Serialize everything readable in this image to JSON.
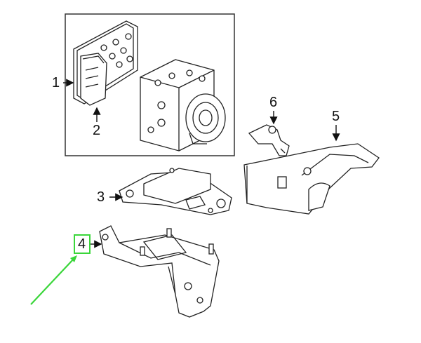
{
  "callouts": {
    "c1": "1",
    "c2": "2",
    "c3": "3",
    "c4": "4",
    "c5": "5",
    "c6": "6"
  },
  "highlight": {
    "callout": "4",
    "color": "#3ad63a"
  },
  "parts": [
    {
      "number": "1",
      "icon": "module-cover-icon"
    },
    {
      "number": "2",
      "icon": "control-module-icon"
    },
    {
      "number": "3",
      "icon": "mount-plate-icon"
    },
    {
      "number": "4",
      "icon": "bracket-icon"
    },
    {
      "number": "5",
      "icon": "shield-icon"
    },
    {
      "number": "6",
      "icon": "wheel-speed-sensor-icon"
    }
  ]
}
